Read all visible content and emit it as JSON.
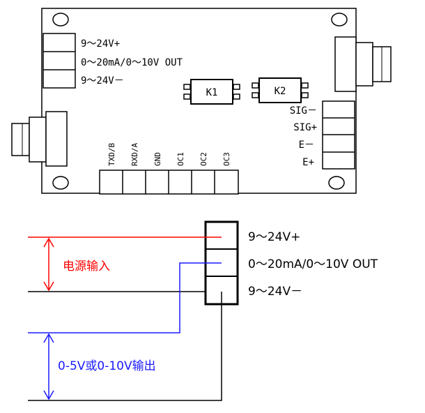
{
  "board": {
    "left_terminal_labels": [
      "9～24V+",
      "0～20mA/0～10V OUT",
      "9～24V－"
    ],
    "relays": [
      "K1",
      "K2"
    ],
    "right_terminal_labels": [
      "SIG－",
      "SIG+",
      "E－",
      "E+"
    ],
    "bottom_terminal_labels": [
      "TXD/B",
      "RXD/A",
      "GND",
      "OC1",
      "OC2",
      "OC3"
    ]
  },
  "wiring": {
    "terminal_labels": [
      "9～24V+",
      "0～20mA/0～10V OUT",
      "9～24V－"
    ],
    "power_label": "电源输入",
    "output_label": "0-5V或0-10V输出",
    "colors": {
      "power": "#ff0000",
      "output": "#1a1aff",
      "neutral": "#000000"
    }
  }
}
